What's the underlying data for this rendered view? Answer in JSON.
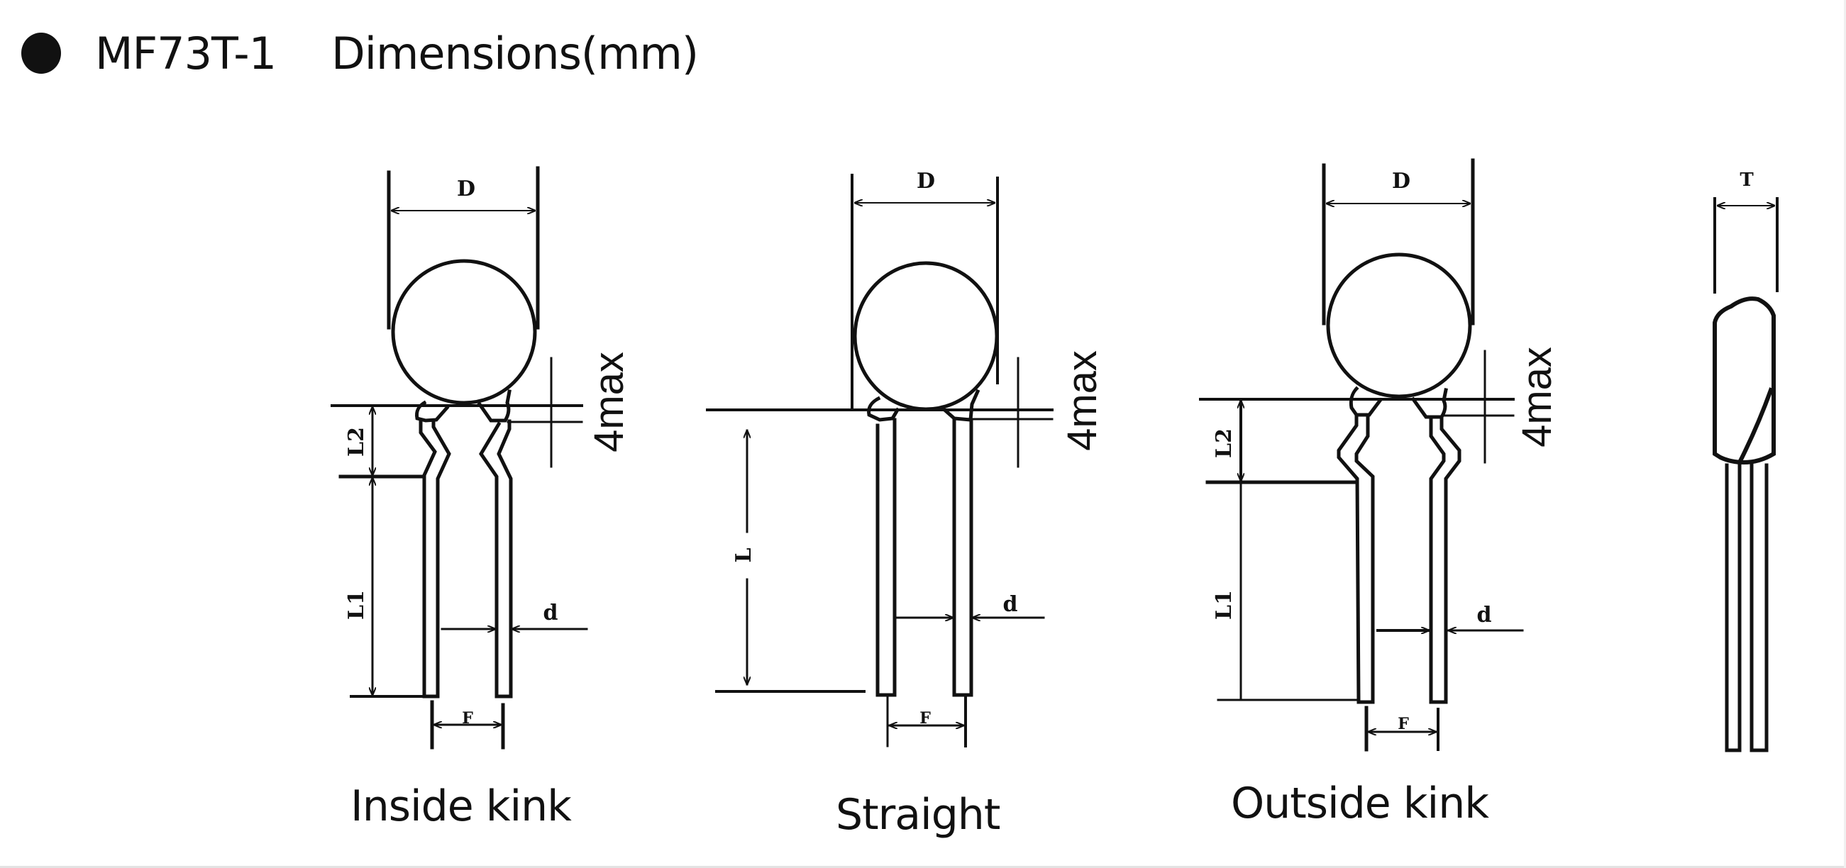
{
  "header": {
    "bullet_icon": "filled-circle-bullet",
    "model": "MF73T-1",
    "title": "Dimensions(mm)"
  },
  "views": [
    {
      "id": "inside-kink",
      "caption": "Inside kink",
      "labels": {
        "diameter": "D",
        "kink_length": "L2",
        "lead_length": "L1",
        "lead_diameter": "d",
        "lead_spacing": "F",
        "coating": "4max"
      }
    },
    {
      "id": "straight",
      "caption": "Straight",
      "labels": {
        "diameter": "D",
        "lead_length": "L",
        "lead_diameter": "d",
        "lead_spacing": "F",
        "coating": "4max"
      }
    },
    {
      "id": "outside-kink",
      "caption": "Outside kink",
      "labels": {
        "diameter": "D",
        "kink_length": "L2",
        "lead_length": "L1",
        "lead_diameter": "d",
        "lead_spacing": "F",
        "coating": "4max"
      }
    },
    {
      "id": "side-view",
      "caption": "",
      "labels": {
        "thickness": "T"
      }
    }
  ],
  "colors": {
    "ink": "#111111",
    "background": "#ffffff"
  }
}
